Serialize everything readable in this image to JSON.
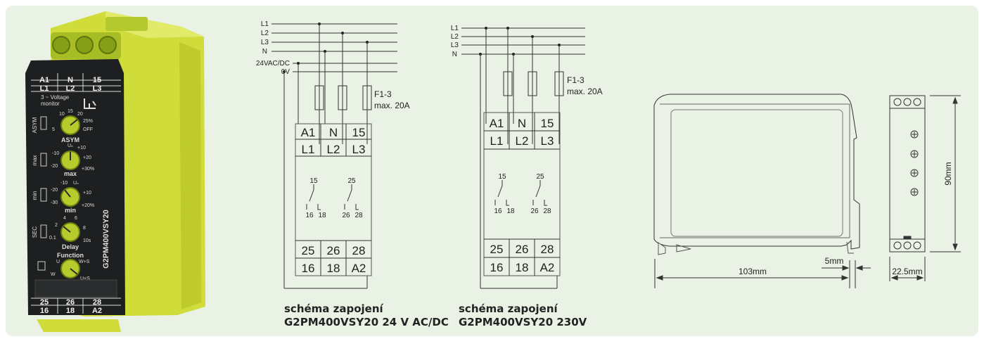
{
  "device": {
    "top_terminals": [
      "A1",
      "N",
      "15",
      "L1",
      "L2",
      "L3"
    ],
    "title_line1": "3 ~ Voltage",
    "title_line2": "monitor",
    "asym": {
      "side": "ASYM",
      "label": "ASYM",
      "scale": [
        "10",
        "15",
        "20",
        "25%",
        "5",
        "OFF"
      ]
    },
    "max": {
      "side": "max",
      "label": "max",
      "scale": [
        "Uₙ",
        "+10",
        "-10",
        "+20",
        "-20",
        "+30%"
      ]
    },
    "min": {
      "side": "min",
      "label": "min",
      "scale": [
        "-10",
        "Uₙ",
        "-20",
        "+10",
        "-30",
        "+20%"
      ]
    },
    "delay": {
      "side": "SEC",
      "label": "Delay",
      "scale": [
        "4",
        "6",
        "2",
        "8",
        "0.1",
        "10s"
      ]
    },
    "function": {
      "label": "Function",
      "scale": [
        "U",
        "W+S",
        "W",
        "U+S"
      ]
    },
    "model": "G2PM400VSY20",
    "bottom_terminals": [
      "25",
      "26",
      "28",
      "16",
      "18",
      "A2"
    ]
  },
  "diagram_dc": {
    "bus_labels": [
      "L1",
      "L2",
      "L3",
      "N",
      "24VAC/DC",
      "0V"
    ],
    "fuse_label_1": "F1-3",
    "fuse_label_2": "max. 20A",
    "terminals_top": [
      "A1",
      "N",
      "15",
      "L1",
      "L2",
      "L3"
    ],
    "relay_labels": [
      "15",
      "16",
      "18",
      "25",
      "26",
      "28"
    ],
    "terminals_bottom": [
      "25",
      "26",
      "28",
      "16",
      "18",
      "A2"
    ]
  },
  "diagram_230": {
    "bus_labels": [
      "L1",
      "L2",
      "L3",
      "N"
    ],
    "fuse_label_1": "F1-3",
    "fuse_label_2": "max. 20A",
    "terminals_top": [
      "A1",
      "N",
      "15",
      "L1",
      "L2",
      "L3"
    ],
    "relay_labels": [
      "15",
      "16",
      "18",
      "25",
      "26",
      "28"
    ],
    "terminals_bottom": [
      "25",
      "26",
      "28",
      "16",
      "18",
      "A2"
    ]
  },
  "dimensions": {
    "width": "103mm",
    "depth": "5mm",
    "front_width": "22.5mm",
    "height": "90mm"
  },
  "captions": {
    "dc_line1": "schéma zapojení",
    "dc_line2": "G2PM400VSY20 24 V AC/DC",
    "ac_line1": "schéma zapojení",
    "ac_line2": "G2PM400VSY20 230V"
  },
  "colors": {
    "housing_yellow": "#cfdc3a",
    "panel_dark": "#1d1f20",
    "background": "#e9f2e4"
  }
}
